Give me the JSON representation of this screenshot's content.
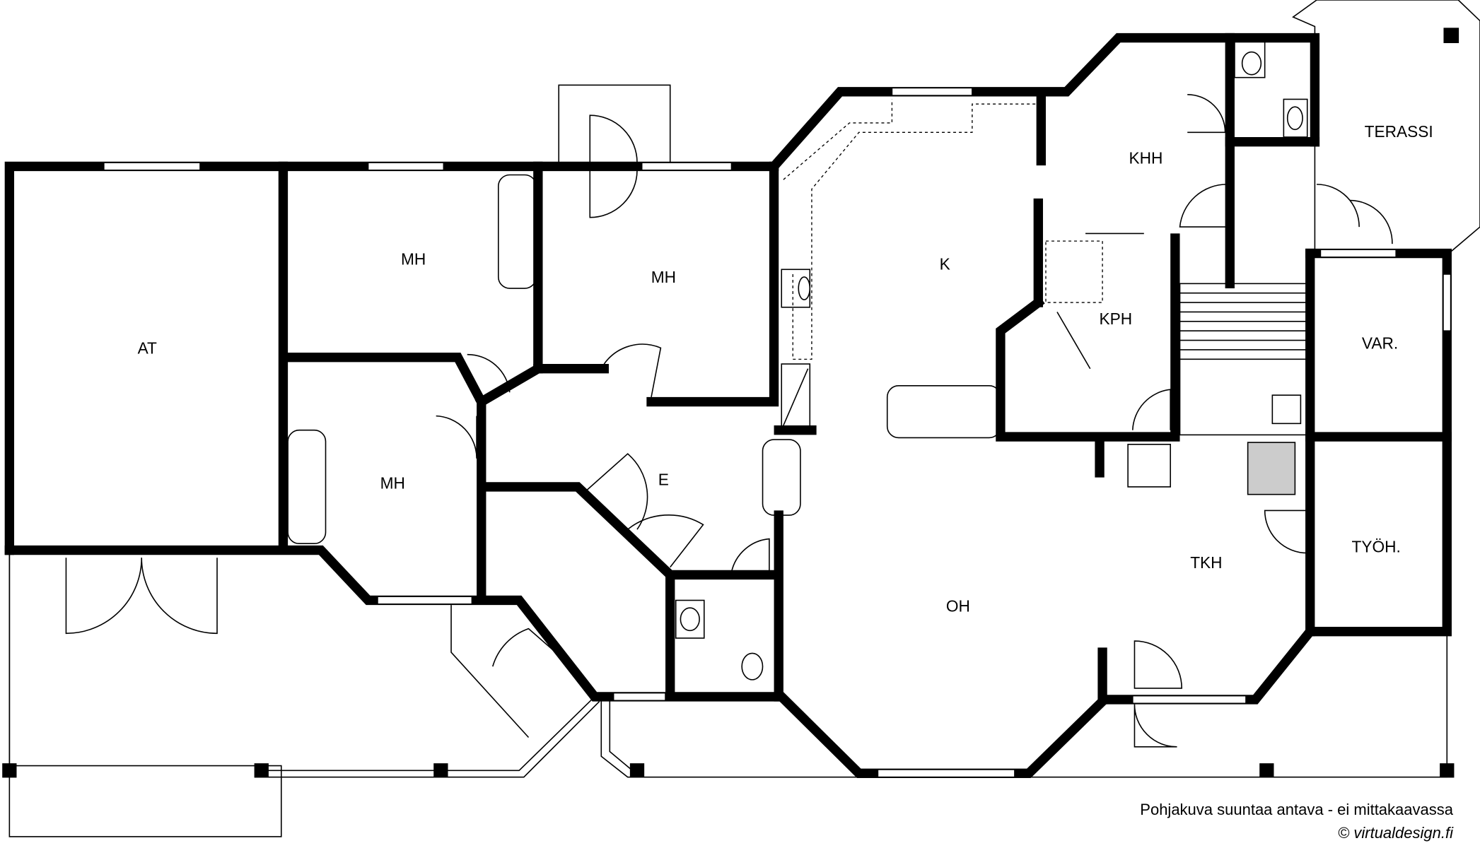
{
  "rooms": {
    "at": "AT",
    "mh1": "MH",
    "mh2": "MH",
    "mh3": "MH",
    "e": "E",
    "k": "K",
    "khh": "KHH",
    "kph": "KPH",
    "terassi": "TERASSI",
    "var": "VAR.",
    "tyoh": "TYÖH.",
    "tkh": "TKH",
    "oh": "OH"
  },
  "footer": {
    "disclaimer": "Pohjakuva suuntaa antava - ei mittakaavassa",
    "copyright": "© virtualdesign.fi"
  }
}
